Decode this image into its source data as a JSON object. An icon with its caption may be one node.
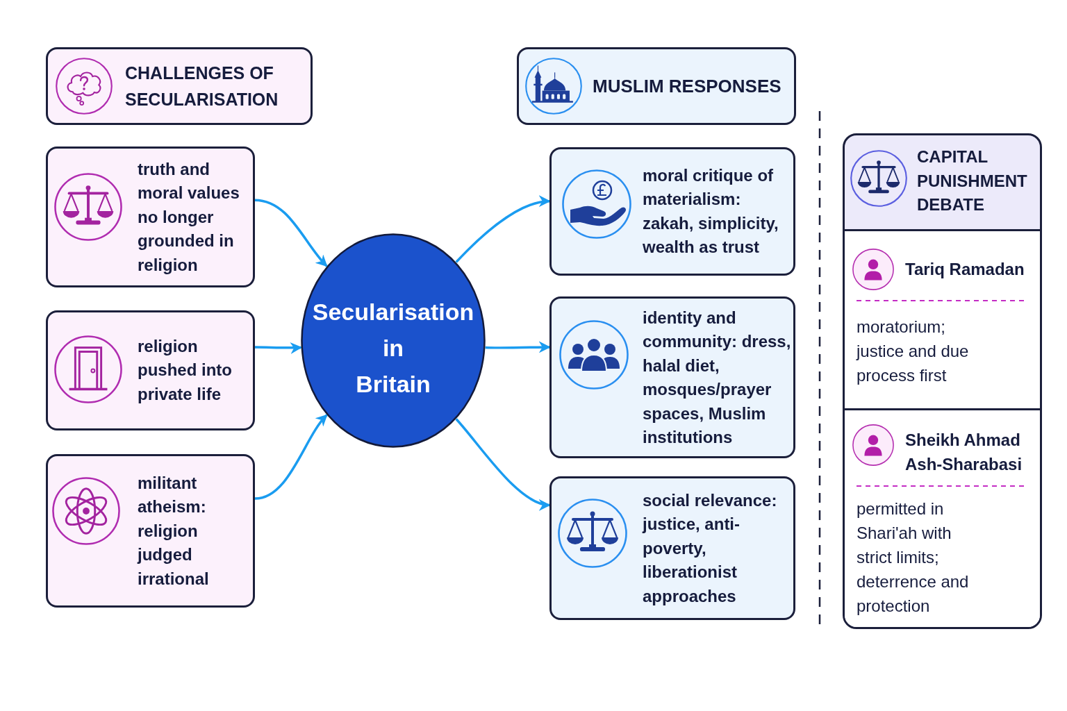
{
  "diagram": {
    "nodes": [
      {
        "text": [
          "CHALLENGES OF SECULARISATION"
        ]
      },
      {
        "text": [
          "truth and moral values no longer grounded in religion"
        ]
      },
      {
        "text": [
          "religion pushed into private life"
        ]
      },
      {
        "text": [
          "militant atheism: religion judged irrational"
        ]
      },
      {
        "text": [
          "Secularisation in Britain"
        ]
      },
      {
        "text": [
          "MUSLIM RESPONSES"
        ]
      },
      {
        "text": [
          "moral critique of materialism: zakah, simplicity, wealth as trust"
        ]
      },
      {
        "text": [
          "identity and community: dress, halal diet, mosques/prayer spaces, Muslim institutions"
        ]
      },
      {
        "text": [
          "social relevance: justice, anti-poverty, liberationist approaches"
        ]
      },
      {
        "text": [
          "CAPITAL PUNISHMENT DEBATE"
        ]
      },
      {
        "text": [
          "Tariq Ramadan",
          "moratorium; justice and due process first"
        ],
        "in": 9
      },
      {
        "text": [
          "Sheikh Ahmad Ash-Sharabasi",
          "permitted in Shari'ah with strict limits; deterrence and protection"
        ],
        "in": 9
      }
    ],
    "edges": [
      {
        "from": 1,
        "to": 4,
        "arrow": "to"
      },
      {
        "from": 2,
        "to": 4,
        "arrow": "to"
      },
      {
        "from": 3,
        "to": 4,
        "arrow": "to"
      },
      {
        "from": 4,
        "to": 6,
        "arrow": "to"
      },
      {
        "from": 4,
        "to": 7,
        "arrow": "to"
      },
      {
        "from": 4,
        "to": 8,
        "arrow": "to"
      }
    ]
  }
}
